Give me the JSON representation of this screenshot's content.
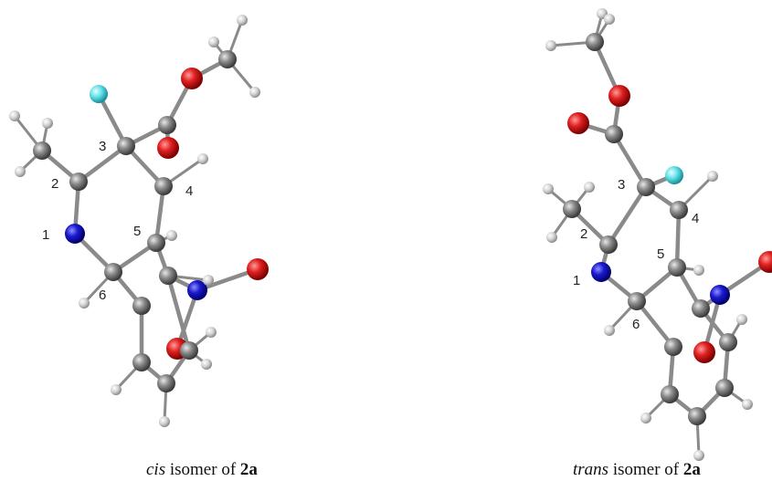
{
  "molecules": [
    {
      "id": "cis",
      "caption": {
        "italic": "cis",
        "middle": " isomer of ",
        "bold": "2a"
      },
      "ring_numbers": [
        "1",
        "2",
        "3",
        "4",
        "5",
        "6"
      ]
    },
    {
      "id": "trans",
      "caption": {
        "italic": "trans",
        "middle": " isomer of ",
        "bold": "2a"
      },
      "ring_numbers": [
        "1",
        "2",
        "3",
        "4",
        "5",
        "6"
      ]
    }
  ],
  "colors": {
    "carbon": "#808080",
    "hydrogen": "#dcdcdc",
    "oxygen": "#e02020",
    "nitrogen": "#1a1ad0",
    "fluorine": "#60e0e8",
    "bond": "#8a8a8a"
  }
}
